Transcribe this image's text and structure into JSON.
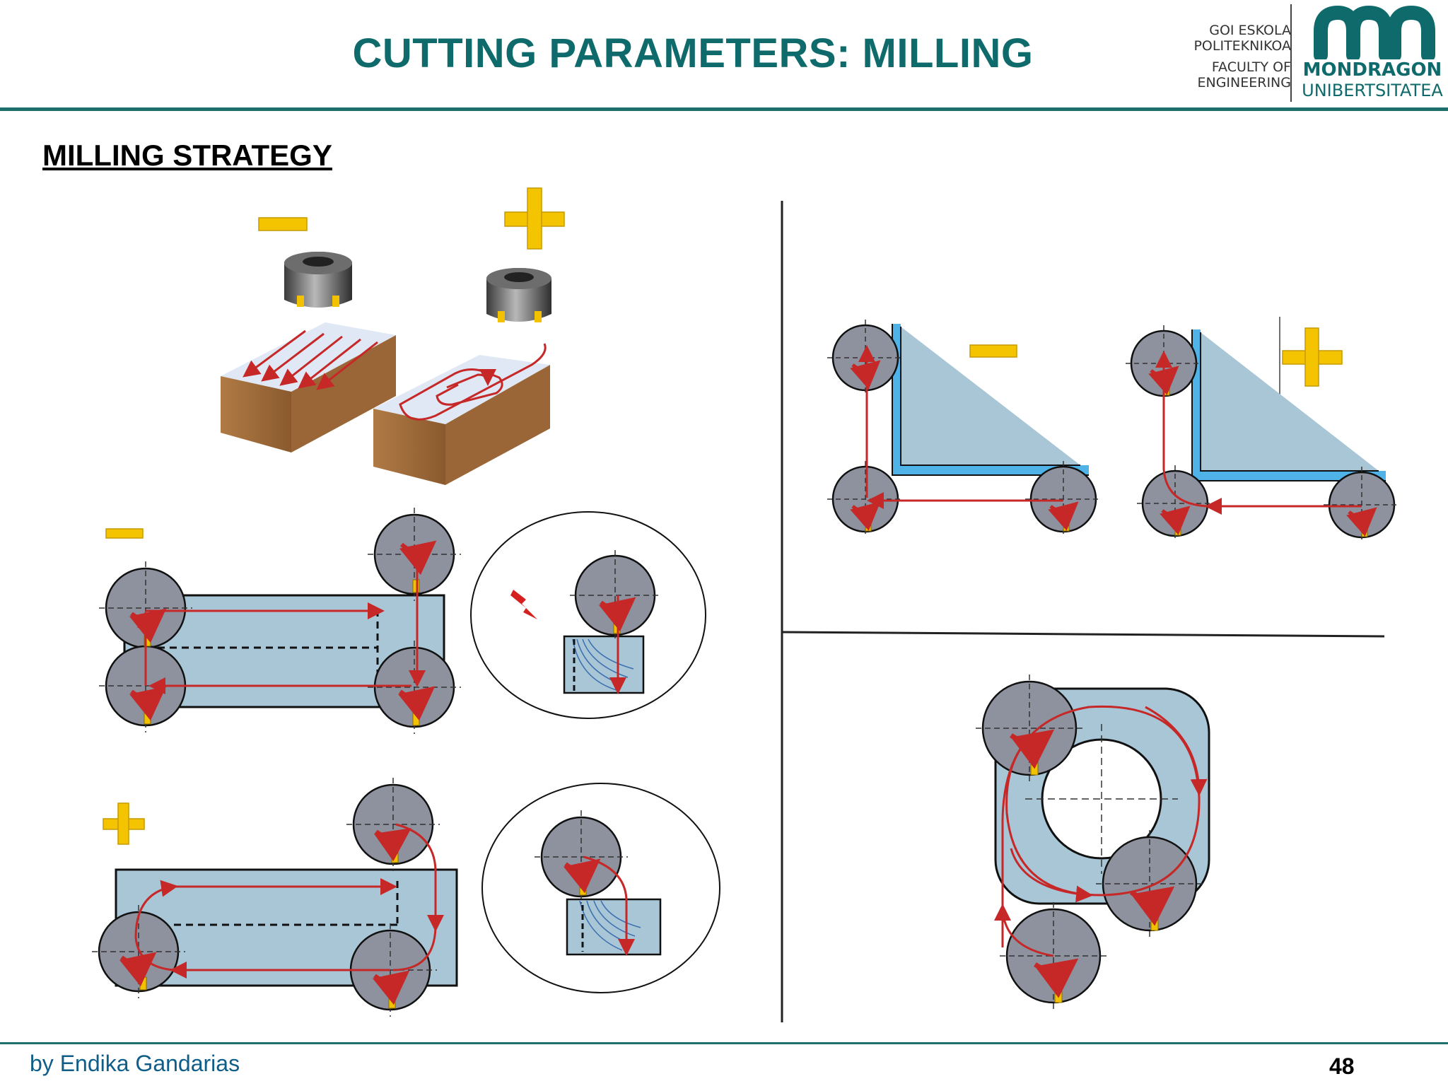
{
  "slide": {
    "title": "CUTTING PARAMETERS: MILLING",
    "section_heading": "MILLING STRATEGY",
    "author": "by Endika Gandarias",
    "page_number": "48"
  },
  "logo": {
    "school_line1": "GOI ESKOLA",
    "school_line2": "POLITEKNIKOA",
    "faculty_line1": "FACULTY OF",
    "faculty_line2": "ENGINEERING",
    "university_line1": "MONDRAGON",
    "university_line2": "UNIBERTSITATEA"
  },
  "icons": {
    "minus": "minus-sign-icon",
    "plus": "plus-sign-icon",
    "lightning": "lightning-icon"
  },
  "colors": {
    "title_teal": "#0f6b6b",
    "workpiece_blue": "#a9c6d6",
    "tool_grey": "#8e929e",
    "path_red": "#c62828",
    "insert_yellow": "#f2c200",
    "sign_yellow": "#f5c400",
    "wall_blue": "#4fb3e8"
  }
}
